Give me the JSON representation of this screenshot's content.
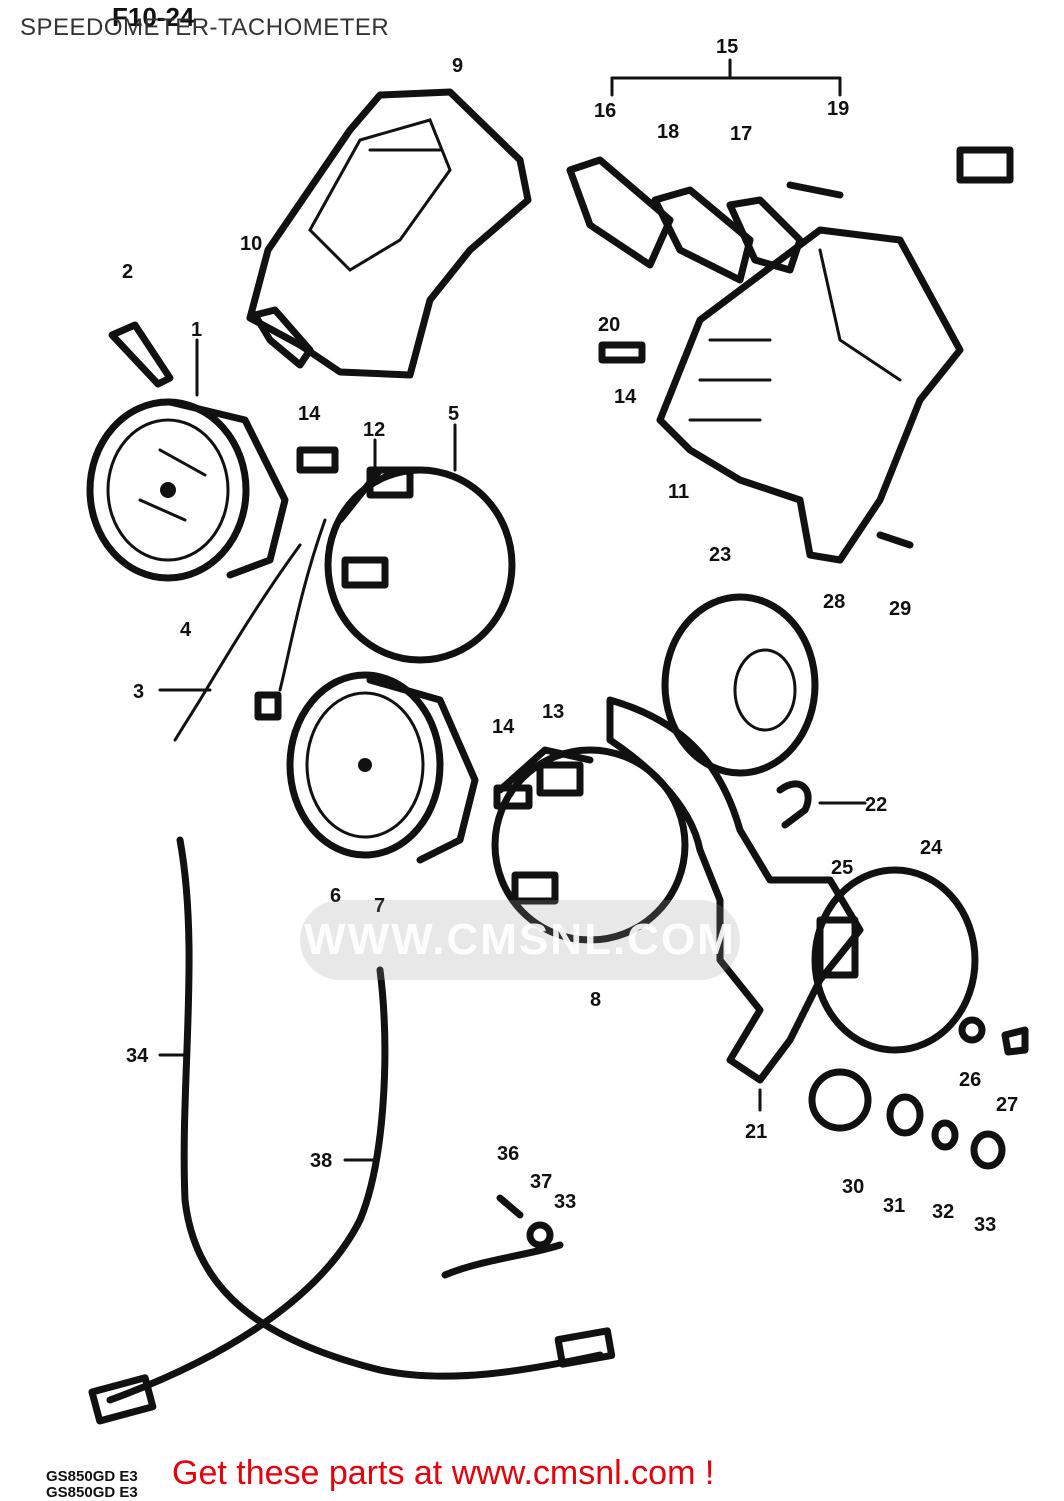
{
  "title": "SPEEDOMETER-TACHOMETER",
  "figure_number": "F10-24",
  "model_code": "GS850GD E3",
  "model_code_2": "GS850GD E3",
  "footer": "Get these parts at www.cmsnl.com !",
  "watermark": "WWW.CMSNL.COM",
  "colors": {
    "footer": "#e8000b",
    "line": "#111111",
    "title": "#333333"
  },
  "callouts": {
    "p1": "1",
    "p2": "2",
    "p3": "3",
    "p4": "4",
    "p5": "5",
    "p6": "6",
    "p7": "7",
    "p8": "8",
    "p9": "9",
    "p10": "10",
    "p11": "11",
    "p12": "12",
    "p13": "13",
    "p14a": "14",
    "p14b": "14",
    "p14c": "14",
    "p15": "15",
    "p16": "16",
    "p17": "17",
    "p18": "18",
    "p19": "19",
    "p20": "20",
    "p21": "21",
    "p22": "22",
    "p23": "23",
    "p24": "24",
    "p25": "25",
    "p26": "26",
    "p27": "27",
    "p28": "28",
    "p29": "29",
    "p30": "30",
    "p31": "31",
    "p32": "32",
    "p33a": "33",
    "p33b": "33",
    "p34": "34",
    "p36": "36",
    "p37": "37",
    "p38": "38"
  }
}
